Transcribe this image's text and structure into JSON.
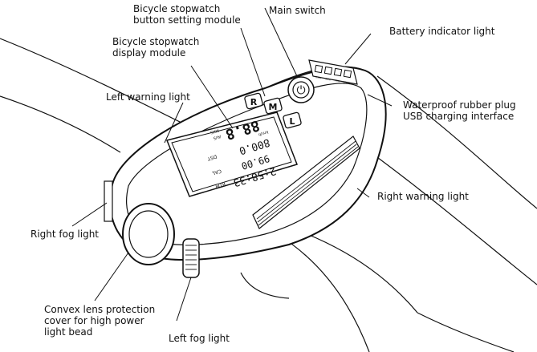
{
  "labels": {
    "main_switch": "Main switch",
    "stopwatch_button_line1": "Bicycle stopwatch",
    "stopwatch_button_line2": "button setting module",
    "stopwatch_display_line1": "Bicycle stopwatch",
    "stopwatch_display_line2": "display module",
    "battery_indicator": "Battery indicator light",
    "left_warning": "Left warning light",
    "waterproof_line1": "Waterproof rubber plug",
    "waterproof_line2": "USB charging interface",
    "right_warning": "Right warning light",
    "right_fog": "Right fog light",
    "lens_line1": "Convex lens protection",
    "lens_line2": "cover for high power",
    "lens_line3": "light bead",
    "left_fog": "Left fog light"
  },
  "device": {
    "button_r": "R",
    "button_m": "M",
    "button_l": "L",
    "power_symbol": "⏻",
    "lcd_time": "2:58:33",
    "lcd_rtm": "RTM",
    "lcd_cal": "CAL",
    "lcd_cal_value": "99.00",
    "lcd_dst": "DST",
    "lcd_dst_value": "800.0",
    "lcd_kmh": "km/h",
    "lcd_speed": "88.8",
    "lcd_avs": "AVS",
    "lcd_mxs": "MXS",
    "battery_marks": [
      "25%",
      "50%",
      "75%",
      "100%"
    ]
  }
}
